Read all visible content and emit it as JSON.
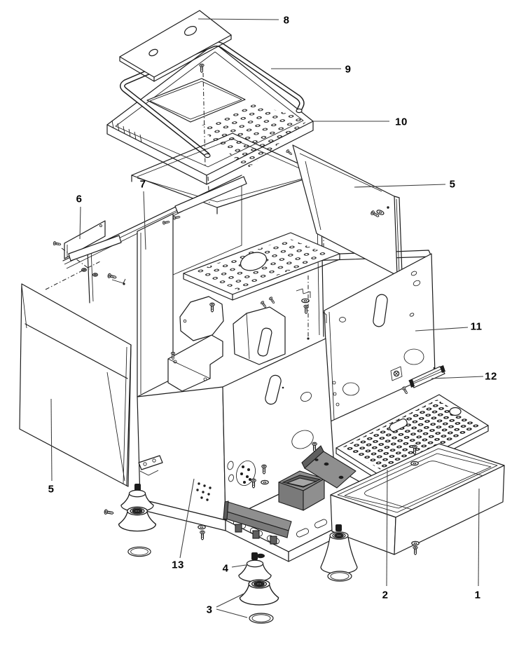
{
  "diagram": {
    "type": "exploded-parts-diagram",
    "colors": {
      "background": "#ffffff",
      "line": "#1c1c1c",
      "label_text": "#000000",
      "shaded_fill": "#8f8f8f",
      "shaded_dark": "#5f5f5f"
    },
    "part_numbers_visible": [
      "1",
      "2",
      "3",
      "4",
      "5",
      "6",
      "7",
      "8",
      "9",
      "10",
      "11",
      "12",
      "13"
    ],
    "callouts": [
      {
        "label": "8"
      },
      {
        "label": "9"
      },
      {
        "label": "10"
      },
      {
        "label": "5"
      },
      {
        "label": "6"
      },
      {
        "label": "7"
      },
      {
        "label": "11"
      },
      {
        "label": "12"
      },
      {
        "label": "5"
      },
      {
        "label": "13"
      },
      {
        "label": "4"
      },
      {
        "label": "3"
      },
      {
        "label": "2"
      },
      {
        "label": "1"
      }
    ]
  }
}
